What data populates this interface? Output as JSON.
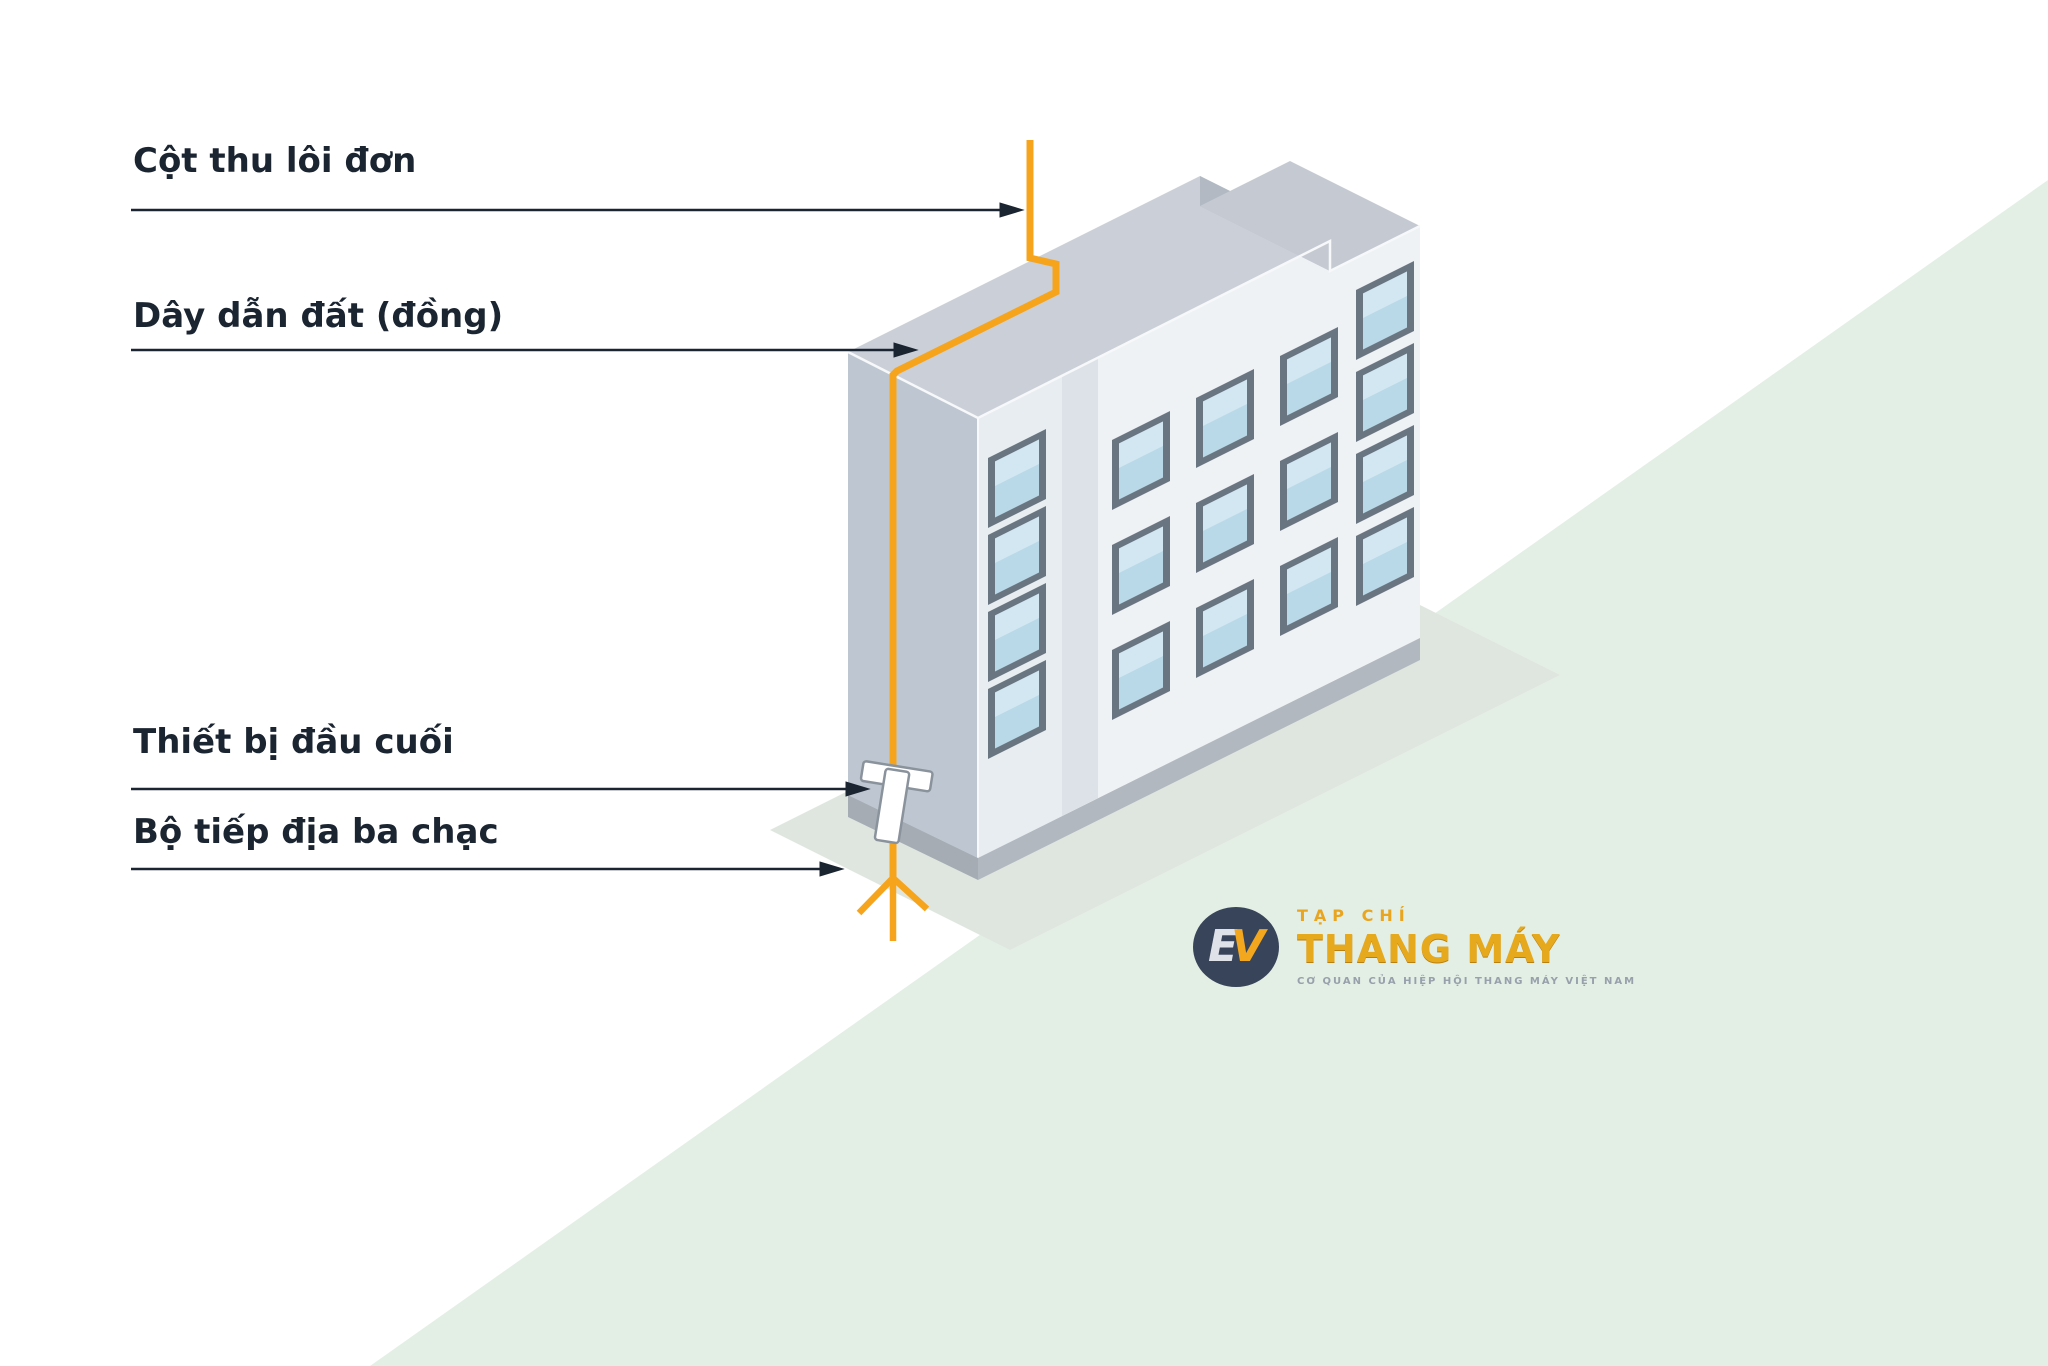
{
  "colors": {
    "wire_orange": "#F7A41D",
    "ground_green": "#E3EFE5",
    "label_ink": "#1B2531"
  },
  "labels": [
    {
      "text": "Cột thu lôi đơn"
    },
    {
      "text": "Dây dẫn đất (đồng)"
    },
    {
      "text": "Thiết bị đầu cuối"
    },
    {
      "text": "Bộ tiếp địa ba chạc"
    }
  ],
  "logo": {
    "monogram_e": "E",
    "monogram_v": "V",
    "tagline_top": "TẠP CHÍ",
    "brand": "THANG MÁY",
    "tagline_bottom": "CƠ QUAN CỦA HIỆP HỘI THANG MÁY VIỆT NAM"
  }
}
